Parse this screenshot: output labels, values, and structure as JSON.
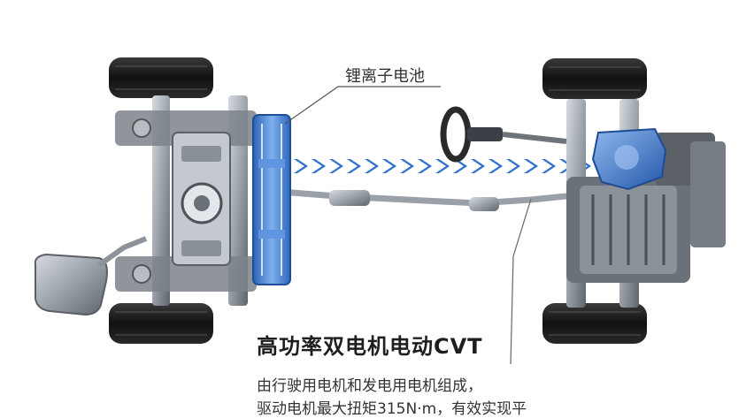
{
  "labels": {
    "battery": "锂离子电池",
    "title": "高功率双电机电动CVT",
    "description_line1": "由行驶用电机和发电用电机组成，",
    "description_line2": "驱动电机最大扭矩315N·m，有效实现平"
  },
  "colors": {
    "battery_blue": "#3d7fd6",
    "arrow_blue": "#2f6fcf",
    "tire": "#1c1c1c",
    "chassis": "#8a8f96"
  }
}
